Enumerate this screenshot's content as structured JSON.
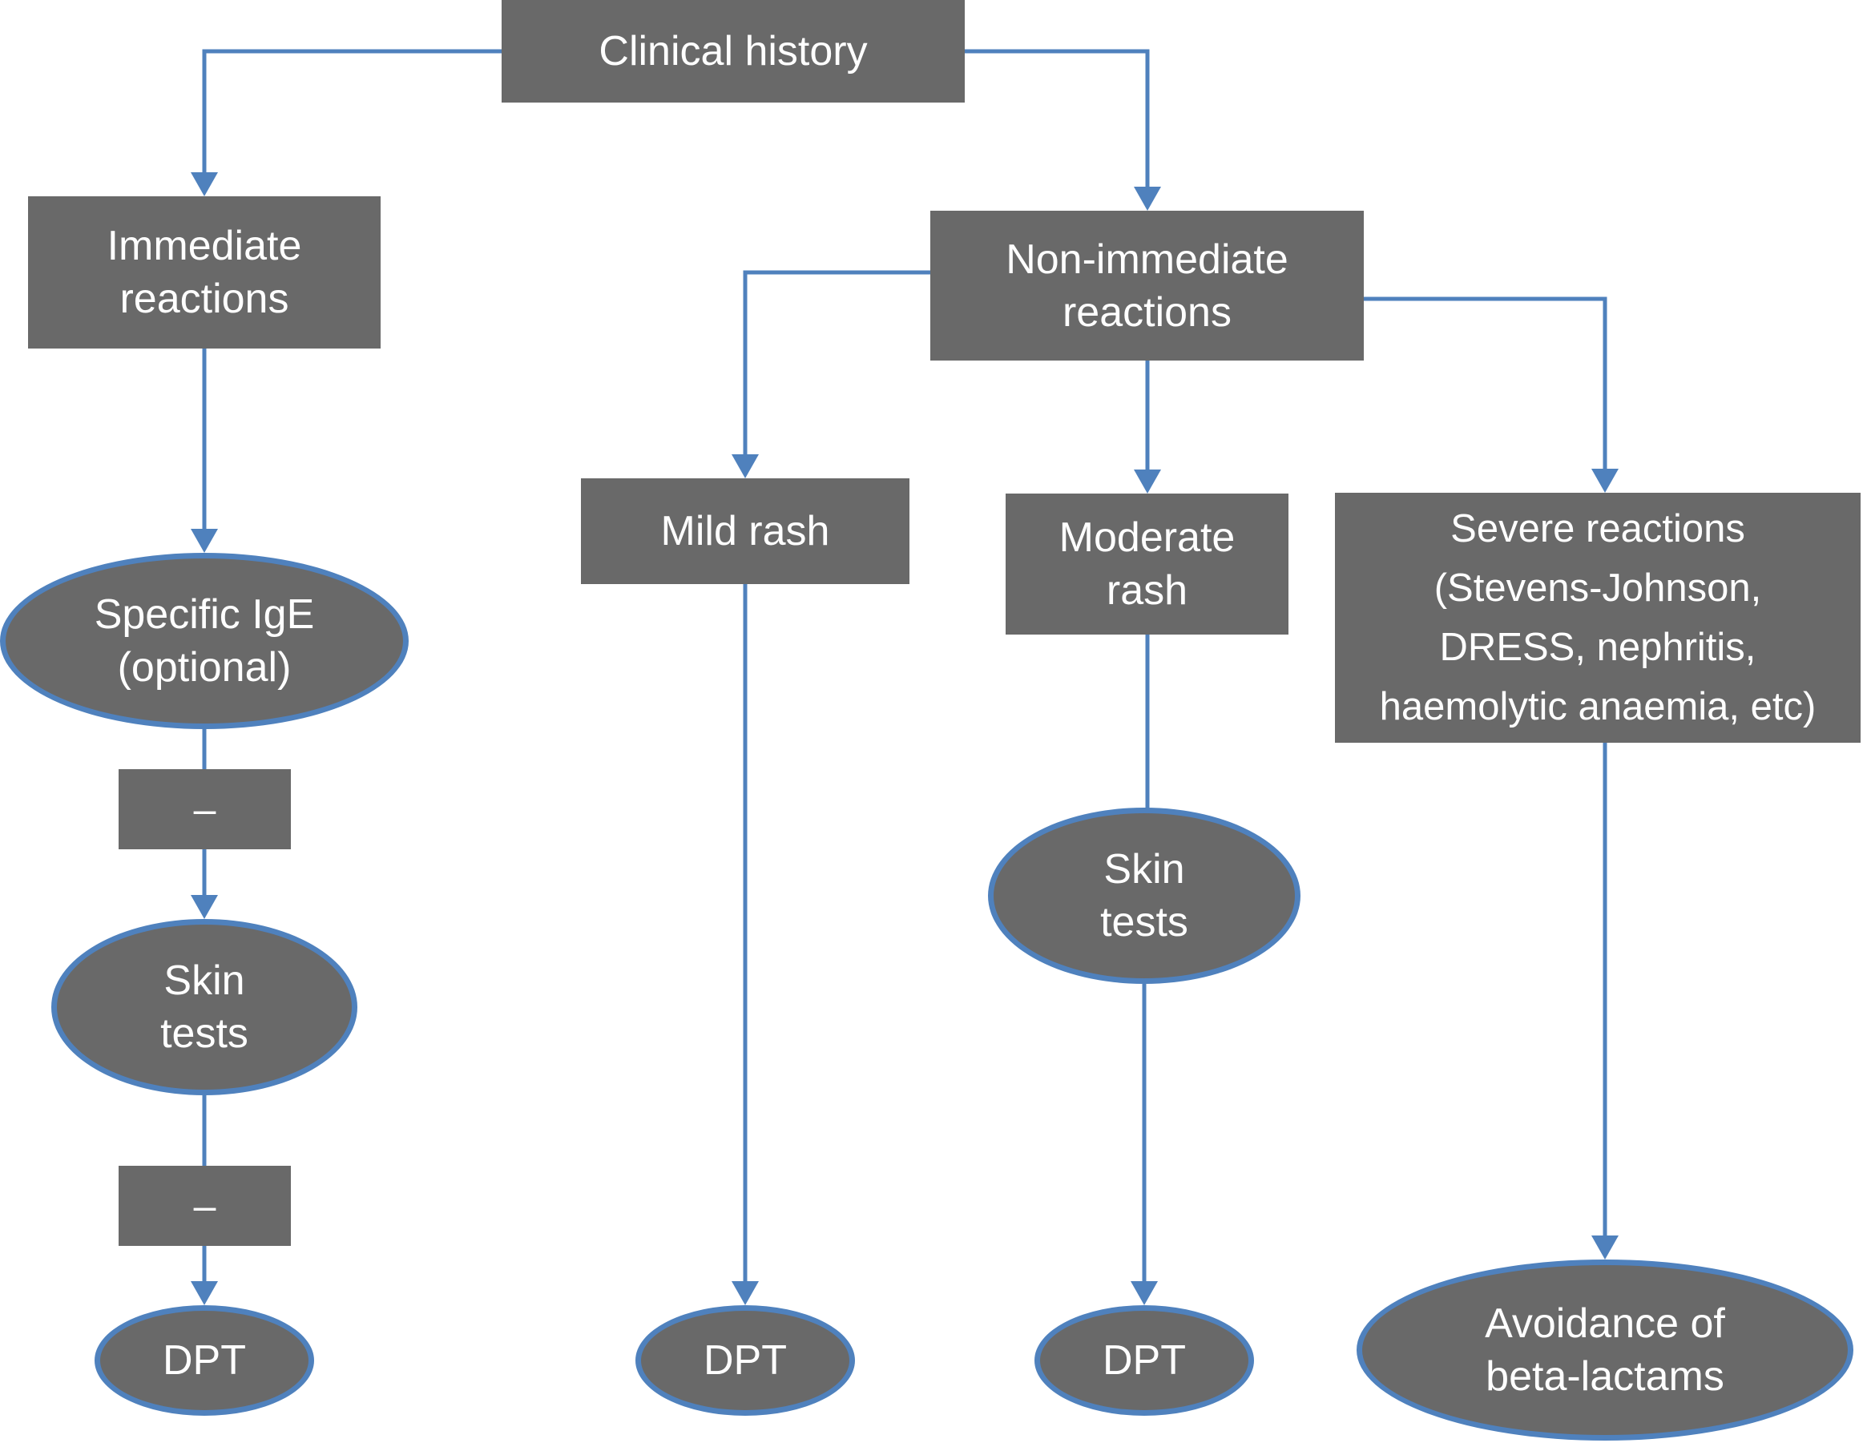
{
  "colors": {
    "node_fill": "#696969",
    "accent_blue": "#4f81bd",
    "text": "#ffffff",
    "background": "#ffffff"
  },
  "diagram": {
    "type": "flowchart",
    "nodes": {
      "clinical_history": {
        "shape": "rect",
        "lines": [
          "Clinical history"
        ]
      },
      "immediate_reactions": {
        "shape": "rect",
        "lines": [
          "Immediate",
          "reactions"
        ]
      },
      "specific_ige": {
        "shape": "ellipse",
        "lines": [
          "Specific IgE",
          "(optional)"
        ]
      },
      "ige_negative": {
        "shape": "rect",
        "lines": [
          "–"
        ]
      },
      "skin_tests_immediate": {
        "shape": "ellipse",
        "lines": [
          "Skin",
          "tests"
        ]
      },
      "skin_tests_negative": {
        "shape": "rect",
        "lines": [
          "–"
        ]
      },
      "dpt_immediate": {
        "shape": "ellipse",
        "lines": [
          "DPT"
        ]
      },
      "mild_rash": {
        "shape": "rect",
        "lines": [
          "Mild rash"
        ]
      },
      "dpt_mild": {
        "shape": "ellipse",
        "lines": [
          "DPT"
        ]
      },
      "non_immediate_reactions": {
        "shape": "rect",
        "lines": [
          "Non-immediate",
          "reactions"
        ]
      },
      "moderate_rash": {
        "shape": "rect",
        "lines": [
          "Moderate",
          "rash"
        ]
      },
      "skin_tests_moderate": {
        "shape": "ellipse",
        "lines": [
          "Skin",
          "tests"
        ]
      },
      "dpt_moderate": {
        "shape": "ellipse",
        "lines": [
          "DPT"
        ]
      },
      "severe_reactions": {
        "shape": "rect",
        "lines": [
          "Severe reactions",
          "(Stevens-Johnson,",
          "DRESS, nephritis,",
          "haemolytic anaemia, etc)"
        ]
      },
      "avoidance": {
        "shape": "ellipse",
        "lines": [
          "Avoidance of",
          "beta-lactams"
        ]
      }
    },
    "edges": [
      {
        "from": "clinical_history",
        "to": "immediate_reactions",
        "arrow": true
      },
      {
        "from": "clinical_history",
        "to": "non_immediate_reactions",
        "arrow": true
      },
      {
        "from": "immediate_reactions",
        "to": "specific_ige",
        "arrow": true
      },
      {
        "from": "specific_ige",
        "to": "skin_tests_immediate",
        "via": "ige_negative",
        "arrow": true
      },
      {
        "from": "skin_tests_immediate",
        "to": "dpt_immediate",
        "via": "skin_tests_negative",
        "arrow": true
      },
      {
        "from": "non_immediate_reactions",
        "to": "mild_rash",
        "arrow": true
      },
      {
        "from": "non_immediate_reactions",
        "to": "moderate_rash",
        "arrow": true
      },
      {
        "from": "non_immediate_reactions",
        "to": "severe_reactions",
        "arrow": true
      },
      {
        "from": "mild_rash",
        "to": "dpt_mild",
        "arrow": true
      },
      {
        "from": "moderate_rash",
        "to": "skin_tests_moderate",
        "arrow": false
      },
      {
        "from": "skin_tests_moderate",
        "to": "dpt_moderate",
        "arrow": true
      },
      {
        "from": "severe_reactions",
        "to": "avoidance",
        "arrow": true
      }
    ]
  }
}
